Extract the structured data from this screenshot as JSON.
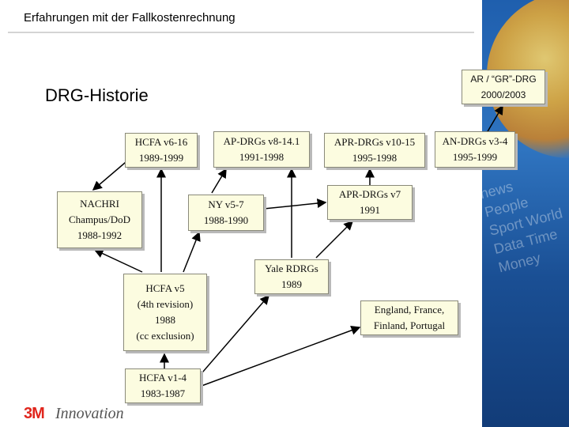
{
  "header": {
    "title": "Erfahrungen mit der Fallkostenrechnung"
  },
  "heading": "DRG-Historie",
  "nodes": {
    "hcfa_v6_16": {
      "line1": "HCFA v6-16",
      "line2": "1989-1999"
    },
    "ap_drgs": {
      "line1": "AP-DRGs v8-14.1",
      "line2": "1991-1998"
    },
    "apr_drgs_v10": {
      "line1": "APR-DRGs v10-15",
      "line2": "1995-1998"
    },
    "an_drgs": {
      "line1": "AN-DRGs v3-4",
      "line2": "1995-1999"
    },
    "ar_gr_drg": {
      "line1": "AR / “GR”-DRG",
      "line2": "2000/2003"
    },
    "nachri": {
      "line1": "NACHRI",
      "line2": "Champus/DoD",
      "line3": "1988-1992"
    },
    "ny": {
      "line1": "NY v5-7",
      "line2": "1988-1990"
    },
    "apr_drgs_v7": {
      "line1": "APR-DRGs v7",
      "line2": "1991"
    },
    "yale": {
      "line1": "Yale RDRGs",
      "line2": "1989"
    },
    "hcfa_v5": {
      "line1": "HCFA v5",
      "line2": "(4th revision)",
      "line3": "1988",
      "line4": "(cc exclusion)"
    },
    "england": {
      "line1": "England, France,",
      "line2": "Finland, Portugal"
    },
    "hcfa_v1_4": {
      "line1": "HCFA v1-4",
      "line2": "1983-1987"
    }
  },
  "footer": {
    "logo_mark": "3M",
    "logo_word": "Innovation"
  },
  "background": {
    "globe_words": "news People Sport World Data Time Money"
  },
  "colors": {
    "box_fill": "#fcfce0",
    "box_border": "#8a8a7a",
    "logo_red": "#e0261d",
    "globe_blue": "#2f74c0"
  }
}
